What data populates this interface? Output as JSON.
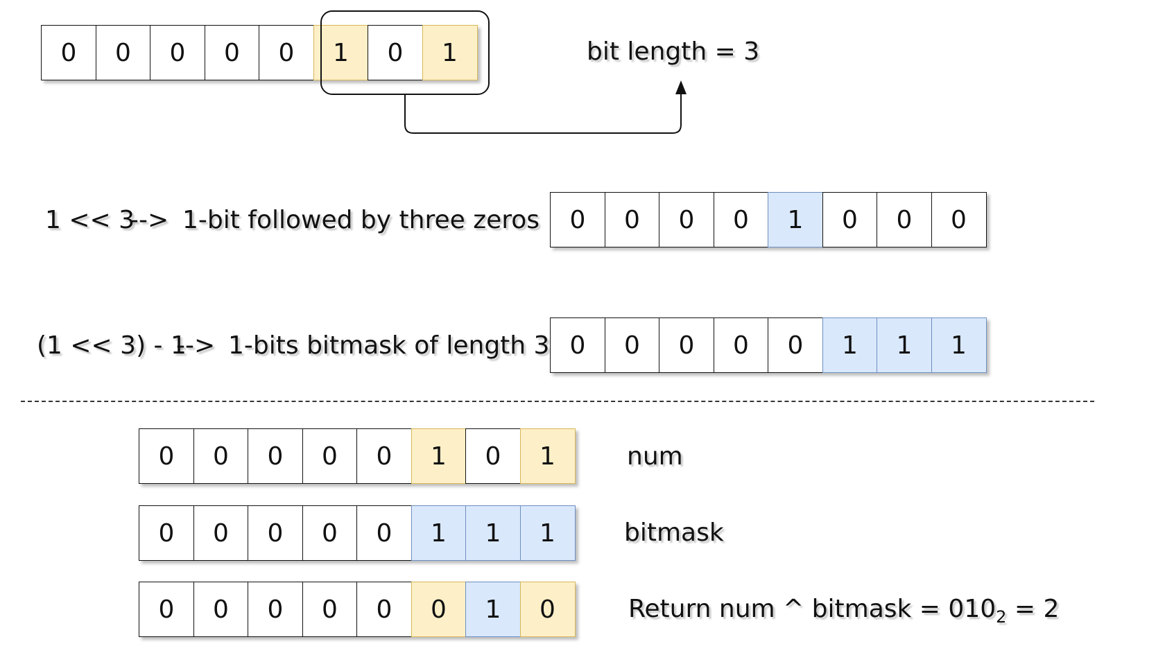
{
  "top": {
    "bits": [
      "0",
      "0",
      "0",
      "0",
      "0",
      "1",
      "0",
      "1"
    ],
    "label": "bit length = 3"
  },
  "shift": {
    "expr": "1 << 3",
    "arrow": "-->",
    "desc": "1-bit followed by three zeros",
    "bits": [
      "0",
      "0",
      "0",
      "0",
      "1",
      "0",
      "0",
      "0"
    ]
  },
  "mask": {
    "expr": "(1 << 3) - 1",
    "arrow": "-->",
    "desc": "1-bits bitmask of length 3",
    "bits": [
      "0",
      "0",
      "0",
      "0",
      "0",
      "1",
      "1",
      "1"
    ]
  },
  "num": {
    "bits": [
      "0",
      "0",
      "0",
      "0",
      "0",
      "1",
      "0",
      "1"
    ],
    "label": "num"
  },
  "bitmask": {
    "bits": [
      "0",
      "0",
      "0",
      "0",
      "0",
      "1",
      "1",
      "1"
    ],
    "label": "bitmask"
  },
  "result": {
    "bits": [
      "0",
      "0",
      "0",
      "0",
      "0",
      "0",
      "1",
      "0"
    ],
    "label_pre": "Return num ^ bitmask = 010",
    "label_sub": "2",
    "label_post": " = 2"
  },
  "colors": {
    "yellow_fill": "#fdf0c8",
    "yellow_border": "#d6b656",
    "blue_fill": "#dae8fc",
    "blue_border": "#6c8ebf"
  }
}
